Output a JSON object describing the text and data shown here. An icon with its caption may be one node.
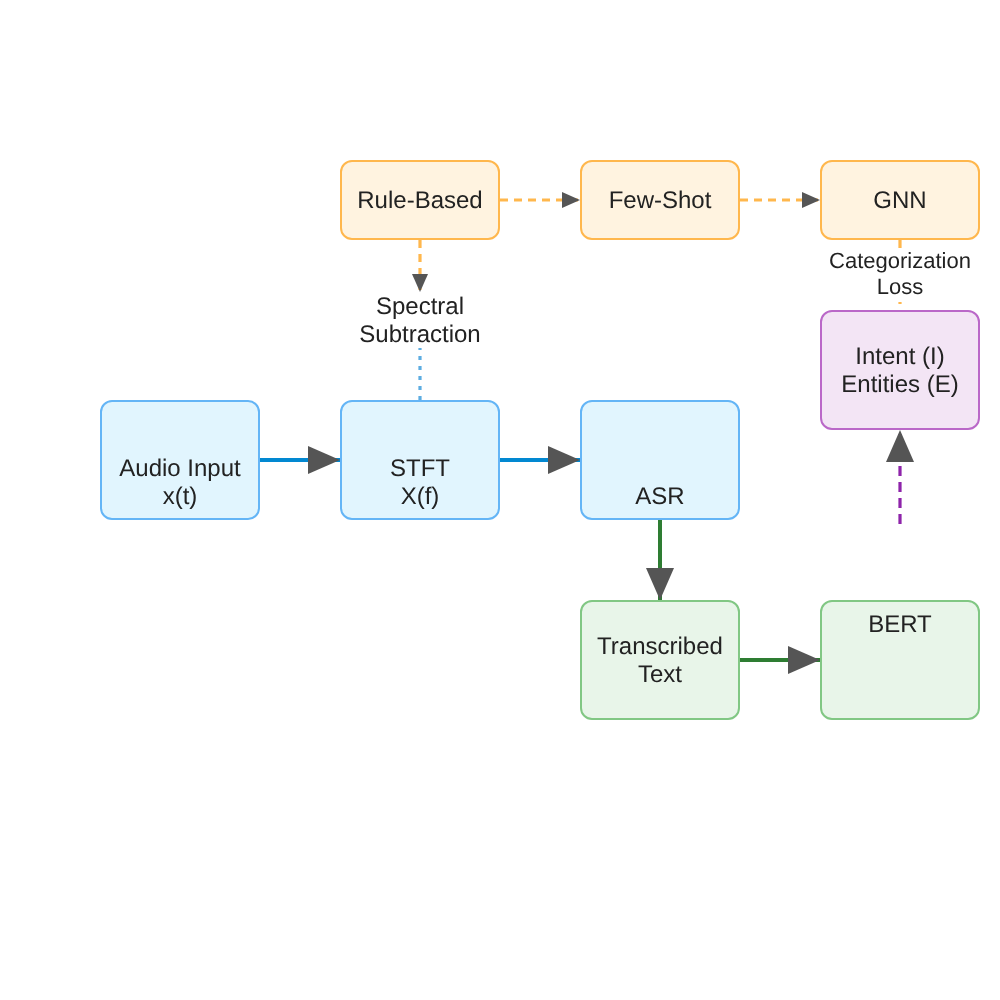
{
  "diagram": {
    "nodes": [
      {
        "text": [
          "Rule-Based"
        ]
      },
      {
        "text": [
          "Few-Shot"
        ]
      },
      {
        "text": [
          "GNN"
        ]
      },
      {
        "text": [
          "Spectral Subtraction"
        ]
      },
      {
        "text": [
          "Intent (I) Entities (E)"
        ]
      },
      {
        "text": [
          "Audio Input x(t)"
        ]
      },
      {
        "text": [
          "STFT X(f)"
        ]
      },
      {
        "text": [
          "ASR"
        ]
      },
      {
        "text": [
          "Transcribed Text"
        ]
      },
      {
        "text": [
          "BERT"
        ]
      }
    ],
    "edges": [
      {
        "from": 0,
        "to": 1,
        "arrow": "to",
        "style": "dashed",
        "color": "#ffb74d"
      },
      {
        "from": 1,
        "to": 2,
        "arrow": "to",
        "style": "dashed",
        "color": "#ffb74d"
      },
      {
        "from": 0,
        "to": 3,
        "arrow": "to",
        "style": "dashed",
        "color": "#ffb74d"
      },
      {
        "from": 6,
        "to": 3,
        "arrow": "none",
        "style": "dashed",
        "color": "#5dade2"
      },
      {
        "from": 2,
        "to": 4,
        "arrow": "none",
        "label": "Categorization Loss",
        "style": "dashed",
        "color": "#ffb74d"
      },
      {
        "from": null,
        "to": 4,
        "arrow": "to",
        "style": "dashed",
        "color": "#8e24aa"
      },
      {
        "from": 5,
        "to": 6,
        "arrow": "to",
        "color": "#0288d1"
      },
      {
        "from": 6,
        "to": 7,
        "arrow": "to",
        "color": "#0288d1"
      },
      {
        "from": 7,
        "to": 8,
        "arrow": "to",
        "color": "#2e7d32"
      },
      {
        "from": 8,
        "to": 9,
        "arrow": "to",
        "color": "#2e7d32"
      }
    ]
  }
}
